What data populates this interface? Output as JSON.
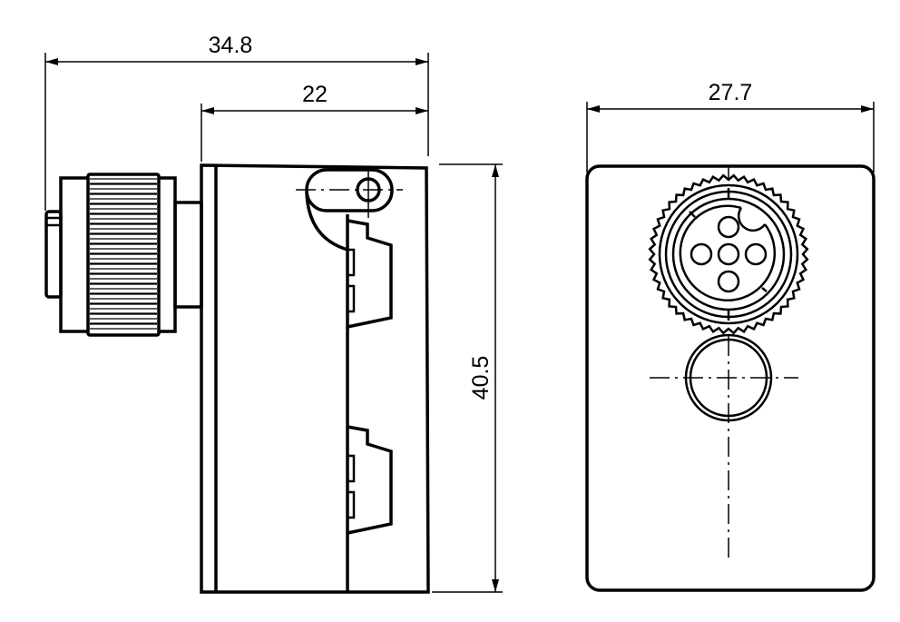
{
  "dimensions": {
    "overall_length": "34.8",
    "body_depth": "22",
    "height": "40.5",
    "width": "27.7"
  },
  "views": [
    "side-view",
    "front-view"
  ]
}
